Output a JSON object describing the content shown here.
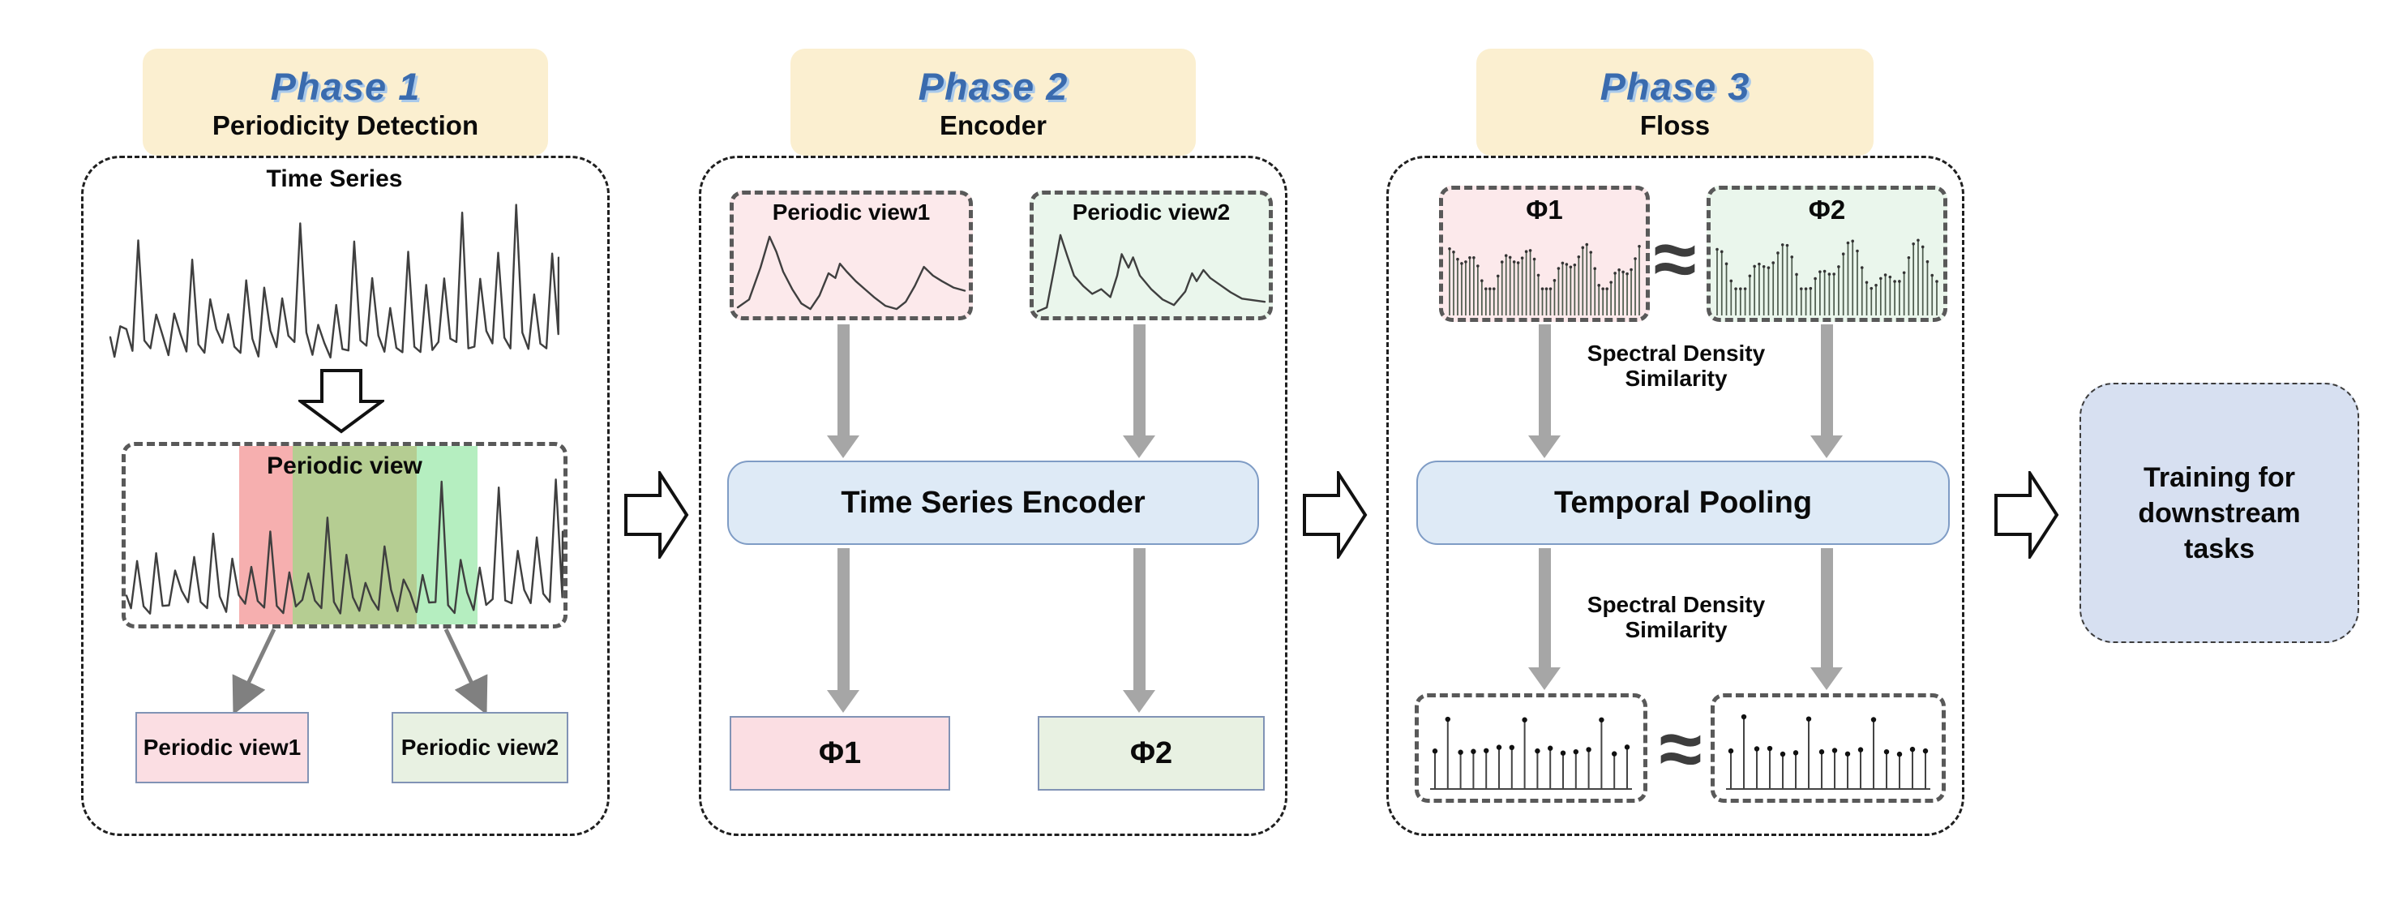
{
  "phases": [
    {
      "badge": "Phase 1",
      "subtitle": "Periodicity Detection"
    },
    {
      "badge": "Phase 2",
      "subtitle": "Encoder"
    },
    {
      "badge": "Phase 3",
      "subtitle": "Floss"
    }
  ],
  "phase1": {
    "time_series_label": "Time Series",
    "periodic_view_label": "Periodic view",
    "view1_label": "Periodic view1",
    "view2_label": "Periodic view2"
  },
  "phase2": {
    "view1_label": "Periodic view1",
    "view2_label": "Periodic view2",
    "encoder_label": "Time Series Encoder",
    "phi1_label": "Φ1",
    "phi2_label": "Φ2"
  },
  "phase3": {
    "phi1_label": "Φ1",
    "phi2_label": "Φ2",
    "approx_symbol": "≈",
    "spectral_similarity_lines": [
      "Spectral Density",
      "Similarity"
    ],
    "pooling_label": "Temporal Pooling"
  },
  "output_box": {
    "lines": [
      "Training for",
      "downstream",
      "tasks"
    ]
  },
  "colors": {
    "header_bg": "#FBEFD0",
    "phase_title": "#3A6BAE",
    "phase_title_shadow": "#A9C9EA",
    "pink_box": "#FBDEE3",
    "pink_panel": "#FCE9EB",
    "green_box": "#E8F1E2",
    "green_panel": "#EAF6EC",
    "blue_box": "#DEEAF6",
    "blue_border": "#7F9CC5",
    "box_border": "#8193B5",
    "training_bg": "#D7E0F1",
    "band_red": "#F6AFAF",
    "band_olive": "#B5CD92",
    "band_green": "#B5EEC0",
    "arrow_gray": "#A6A6A6",
    "dash_dark": "#595959",
    "line_color": "#3F3F3F"
  }
}
